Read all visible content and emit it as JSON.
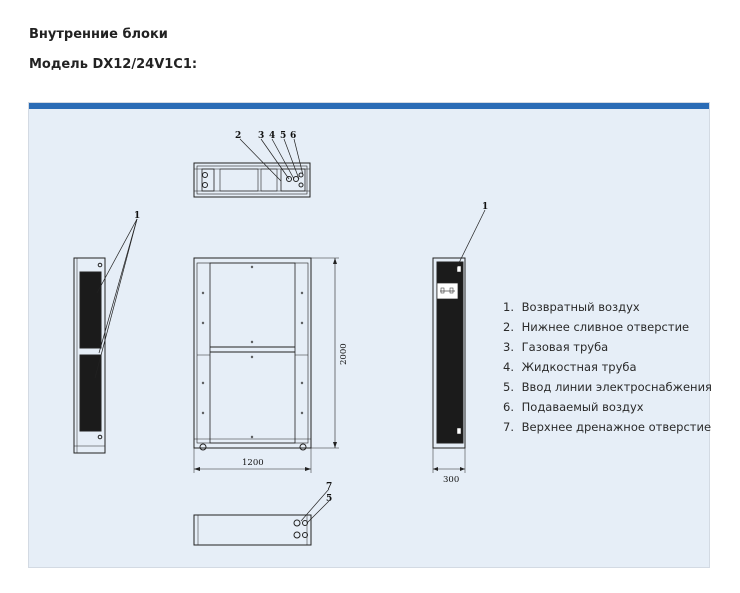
{
  "page": {
    "section_title": "Внутренние блоки",
    "model_title": "Модель DX12/24V1C1:"
  },
  "colors": {
    "panel_background": "#e6eef7",
    "panel_accent": "#2a6cb6"
  },
  "drawing": {
    "top_view_callouts": [
      "2",
      "3",
      "4",
      "5",
      "6"
    ],
    "left_side_callout": "1",
    "right_side_callout": "1",
    "bottom_view_callouts": [
      "7",
      "5"
    ],
    "dimensions": {
      "width": "1200",
      "height": "2000",
      "depth": "300"
    }
  },
  "legend": [
    {
      "num": "1.",
      "label": "Возвратный воздух"
    },
    {
      "num": "2.",
      "label": "Нижнее сливное отверстие"
    },
    {
      "num": "3.",
      "label": "Газовая труба"
    },
    {
      "num": "4.",
      "label": "Жидкостная труба"
    },
    {
      "num": "5.",
      "label": "Ввод линии электроснабжения"
    },
    {
      "num": "6.",
      "label": "Подаваемый воздух"
    },
    {
      "num": "7.",
      "label": "Верхнее дренажное отверстие"
    }
  ]
}
